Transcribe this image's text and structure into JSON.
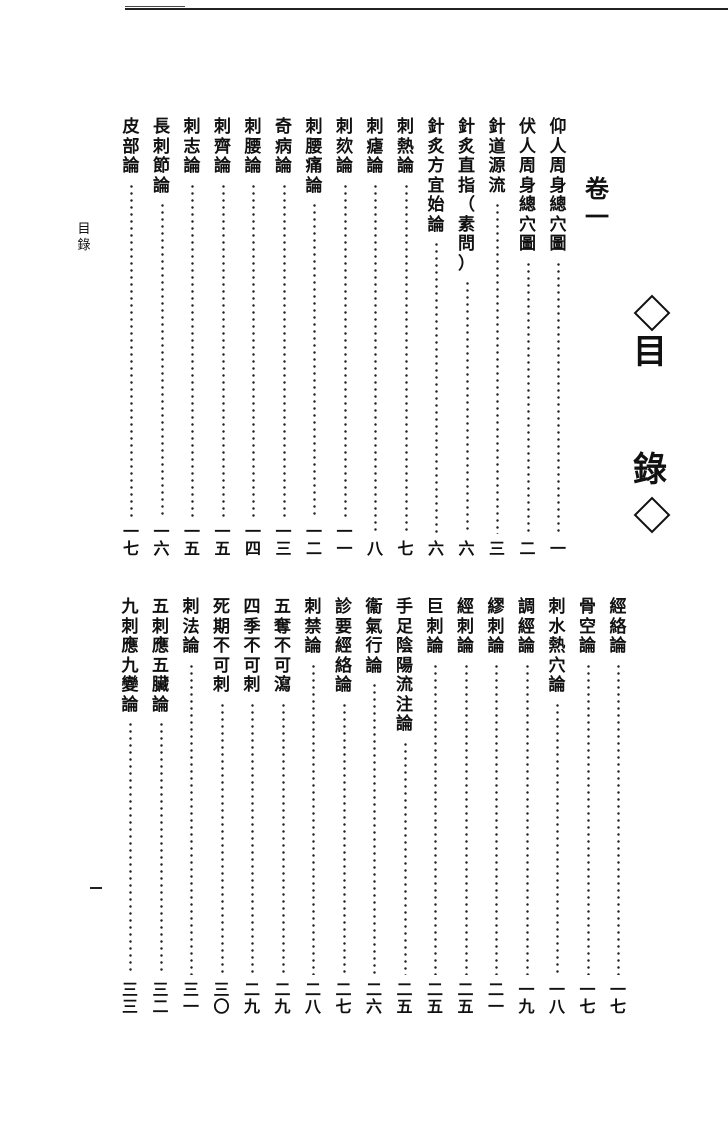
{
  "title": [
    "目",
    "錄"
  ],
  "volume": [
    "卷",
    "一"
  ],
  "side_label": [
    "目",
    "錄"
  ],
  "columns": [
    {
      "entries": [
        {
          "title": "仰人周身總穴圖",
          "page": "一"
        },
        {
          "title": "伏人周身總穴圖",
          "page": "二"
        },
        {
          "title": "針道源流",
          "page": "三"
        },
        {
          "title": "針炙直指（素問）",
          "page": "六"
        },
        {
          "title": "針炙方宜始論",
          "page": "六"
        },
        {
          "title": "刺熱論",
          "page": "七"
        },
        {
          "title": "刺瘧論",
          "page": "八"
        },
        {
          "title": "刺欬論",
          "page": "一一"
        },
        {
          "title": "刺腰痛論",
          "page": "一二"
        },
        {
          "title": "奇病論",
          "page": "一三"
        },
        {
          "title": "刺腰論",
          "page": "一四"
        },
        {
          "title": "刺齊論",
          "page": "一五"
        },
        {
          "title": "刺志論",
          "page": "一五"
        },
        {
          "title": "長刺節論",
          "page": "一六"
        },
        {
          "title": "皮部論",
          "page": "一七"
        }
      ]
    },
    {
      "entries": [
        {
          "title": "經絡論",
          "page": "一七"
        },
        {
          "title": "骨空論",
          "page": "一七"
        },
        {
          "title": "刺水熱穴論",
          "page": "一八"
        },
        {
          "title": "調經論",
          "page": "一九"
        },
        {
          "title": "繆刺論",
          "page": "二一"
        },
        {
          "title": "經刺論",
          "page": "二五"
        },
        {
          "title": "巨刺論",
          "page": "二五"
        },
        {
          "title": "手足陰陽流注論",
          "page": "二五"
        },
        {
          "title": "衞氣行論",
          "page": "二六"
        },
        {
          "title": "診要經絡論",
          "page": "二七"
        },
        {
          "title": "刺禁論",
          "page": "二八"
        },
        {
          "title": "五奪不可瀉",
          "page": "二九"
        },
        {
          "title": "四季不可刺",
          "page": "二九"
        },
        {
          "title": "死期不可刺",
          "page": "三〇"
        },
        {
          "title": "刺法論",
          "page": "三一"
        },
        {
          "title": "五刺應五臟論",
          "page": "三二"
        },
        {
          "title": "九刺應九變論",
          "page": "三三"
        }
      ]
    }
  ]
}
